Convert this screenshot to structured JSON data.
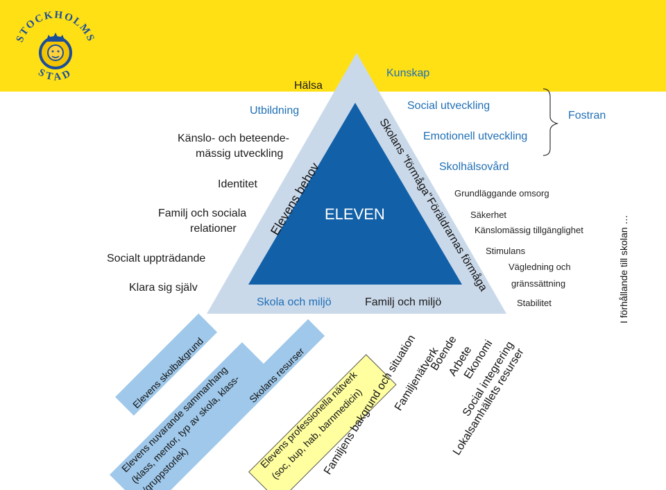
{
  "logo": {
    "text_top": "STOCKHOLMS",
    "text_bottom": "STAD",
    "icon": "crowned-head-seal-icon"
  },
  "triangle": {
    "center_label": "ELEVEN",
    "left_side": "Elevens behov",
    "right_side_top": "Skolans \"förmåga\"",
    "right_side_bottom": "Föräldrarnas förmåga",
    "base_left": "Skola och miljö",
    "base_right": "Familj och miljö"
  },
  "needs": {
    "halsa": "Hälsa",
    "utbildning": "Utbildning",
    "kanslo_line1": "Känslo- och beteende-",
    "kanslo_line2": "mässig utveckling",
    "identitet": "Identitet",
    "familj_line1": "Familj och sociala",
    "familj_line2": "relationer",
    "socialt": "Socialt uppträdande",
    "klara": "Klara sig själv"
  },
  "school": {
    "kunskap": "Kunskap",
    "social": "Social utveckling",
    "emotionell": "Emotionell utveckling",
    "skolhalsovard": "Skolhälsovård",
    "fostran": "Fostran"
  },
  "parents": {
    "grund": "Grundläggande omsorg",
    "sakerhet": "Säkerhet",
    "kanslomassig": "Känslomässig tillgänglighet",
    "stimulans": "Stimulans",
    "vagledning_line1": "Vägledning och",
    "vagledning_line2": "gränssättning",
    "stabilitet": "Stabilitet"
  },
  "sidebar_vertical": "I förhållande till skolan …",
  "bottom": {
    "skolbakgrund": "Elevens skolbakgrund",
    "nuvarande_line1": "Elevens nuvarande sammanhang",
    "nuvarande_line2": "(klass, mentor, typ av skola, klass-",
    "nuvarande_line3": "/gruppstorlek)",
    "skolans_resurser": "Skolans resurser",
    "natverk_line1": "Elevens professionella nätverk",
    "natverk_line2": "(soc, bup, hab, barnmedicin)",
    "familj1": "Familjens bakgrund och situation",
    "familj2": "Familjenätverk",
    "boende": "Boende",
    "arbete": "Arbete",
    "ekonomi": "Ekonomi",
    "social_integ": "Social integrering",
    "lokal": "Lokalsamhällets resurser"
  }
}
